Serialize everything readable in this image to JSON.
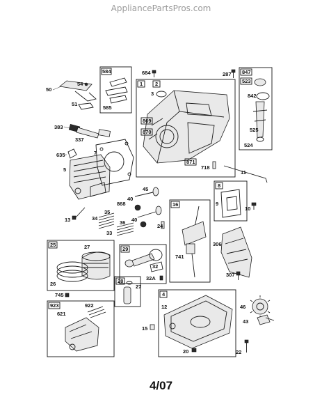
{
  "watermark": "AppliancePartsPros.com",
  "footer": "4/07",
  "labels": {
    "p50": "50",
    "p54": "54",
    "p51": "51",
    "p584": "584",
    "p585": "585",
    "p383": "383",
    "p337": "337",
    "p635": "635",
    "p5": "5",
    "p7": "7",
    "p684": "684",
    "p287": "287",
    "p847": "847",
    "p523": "523",
    "p842": "842",
    "p525": "525",
    "p524": "524",
    "p1": "1",
    "p2": "2",
    "p3": "3",
    "p869": "869",
    "p870": "870",
    "p871": "871",
    "p718": "718",
    "p11": "11",
    "p45": "45",
    "p868": "868",
    "p40a": "40",
    "p40b": "40",
    "p35": "35",
    "p34": "34",
    "p36": "36",
    "p33": "33",
    "p24": "24",
    "p13": "13",
    "p8": "8",
    "p9": "9",
    "p10": "10",
    "p16": "16",
    "p741": "741",
    "p306": "306",
    "p307": "307",
    "p25": "25",
    "p27a": "27",
    "p26": "26",
    "p29": "29",
    "p32": "32",
    "p32a": "32A",
    "p28": "28",
    "p27b": "27",
    "p745": "745",
    "p923": "923",
    "p922": "922",
    "p621": "621",
    "p4": "4",
    "p12": "12",
    "p15": "15",
    "p20": "20",
    "p46": "46",
    "p43": "43",
    "p22": "22"
  }
}
